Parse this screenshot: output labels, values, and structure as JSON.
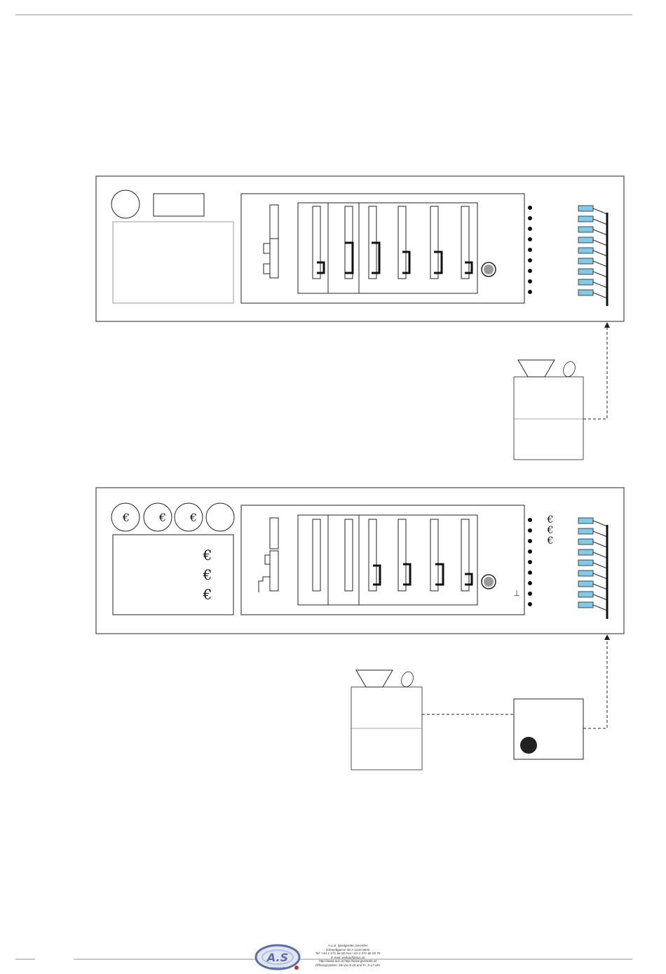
{
  "colors": {
    "line": "#222222",
    "led": "#7ecbec",
    "rule": "#c8c8c8",
    "knob": "#9a9a9a",
    "logo": "#5a6fa8"
  },
  "diagram1": {
    "euro_symbols": []
  },
  "diagram2": {
    "coin_symbols": [
      "€",
      "€",
      "€"
    ],
    "panel_symbols": [
      "€",
      "€",
      "€"
    ],
    "indicator_symbols": [
      "€",
      "€",
      "€"
    ],
    "ground_symbol": "⊥"
  },
  "footer": {
    "logo_text": "A.S",
    "logo_subtext": "www.aus.at",
    "company": "A.u.S. Spielgeräte GesmbH",
    "address": "Scheydtgasse 48    A-1210 Wien",
    "phone": "Tel: +43-1-271 66 00  Fax:+43-1-271 66 00 75",
    "email": "E-mail: verkauf@aus.at",
    "web": "http://www.aus.at    http://www.gerlando.at",
    "hours": "Öffnungszeiten: Mo-Do 9-16 und Fr. 9-17 Uhr"
  }
}
